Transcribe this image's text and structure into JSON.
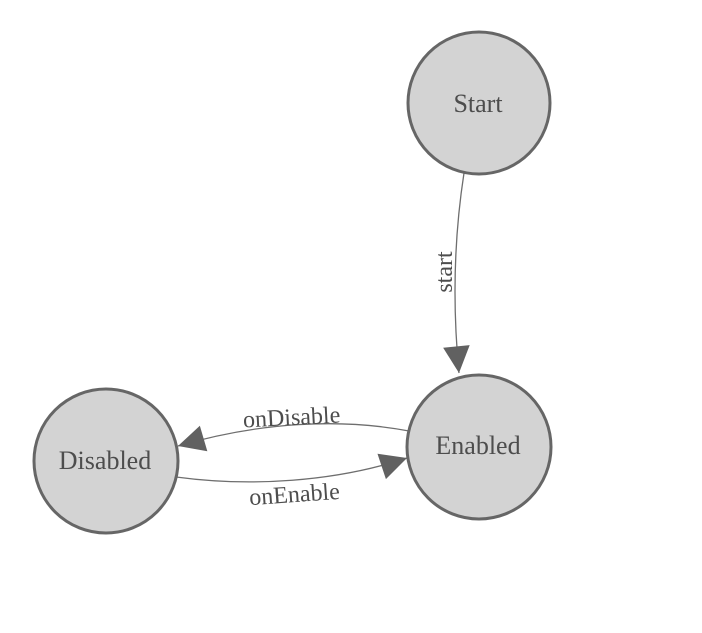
{
  "diagram": {
    "title": "state-machine-diagram",
    "background_color": "#ffffff",
    "node_fill_color": "#d3d3d3",
    "node_stroke_color": "#666666",
    "edge_color": "#6e6e6e",
    "label_color": "#4d4d4d",
    "nodes": [
      {
        "id": "start",
        "label": "Start"
      },
      {
        "id": "enabled",
        "label": "Enabled"
      },
      {
        "id": "disabled",
        "label": "Disabled"
      }
    ],
    "edges": [
      {
        "from": "Start",
        "to": "Enabled",
        "label": "start"
      },
      {
        "from": "Enabled",
        "to": "Disabled",
        "label": "onDisable"
      },
      {
        "from": "Disabled",
        "to": "Enabled",
        "label": "onEnable"
      }
    ]
  }
}
